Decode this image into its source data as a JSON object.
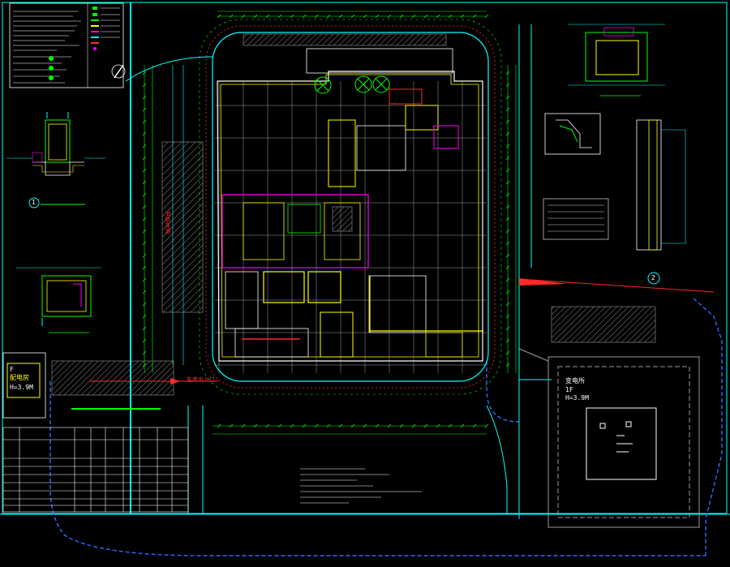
{
  "drawing": {
    "labels": {
      "stair_top": "1",
      "stair_right": "2",
      "entrance": "车库出入口",
      "building_f": "F",
      "building_f_name": "配电房",
      "building_f_height": "H=3.9M",
      "substation": "变电所",
      "substation_floor": "1F",
      "substation_height": "H=3.9M",
      "west_strip": "消防车道"
    }
  },
  "colors": {
    "background": "#000000",
    "cyan": "#00ffff",
    "green": "#00ff00",
    "yellow": "#ffff00",
    "magenta": "#ff00ff",
    "red": "#ff2a2a",
    "white": "#ffffff",
    "blue": "#2c6cff",
    "gray": "#9a9a9a"
  }
}
